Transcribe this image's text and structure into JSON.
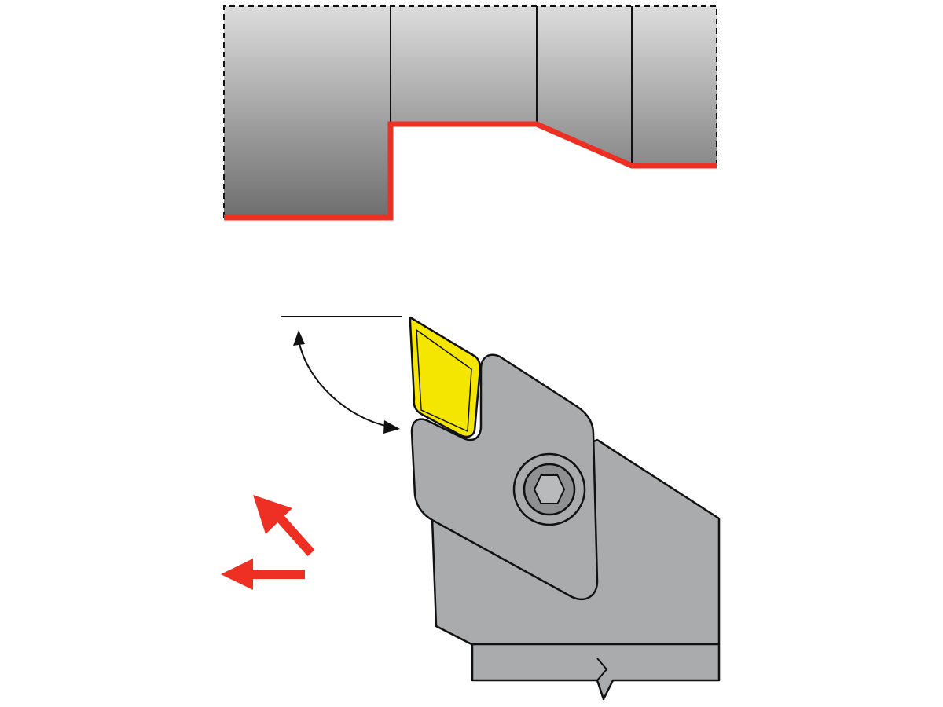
{
  "diagram": {
    "kind": "turning-tool-profile-illustration",
    "colors": {
      "background": "#ffffff",
      "outline": "#111111",
      "cut_profile": "#ee3024",
      "workpiece_gradient_light": "#dcdcdc",
      "workpiece_gradient_dark": "#6e6e6e",
      "holder": "#a9abad",
      "insert": "#f5e600",
      "feed_arrow": "#ee3024"
    },
    "workpiece": {
      "sections": 4,
      "profile_steps": [
        "shoulder",
        "flat",
        "taper",
        "flat"
      ]
    },
    "tool": {
      "components": [
        "insert",
        "clamp",
        "clamp-screw",
        "holder",
        "shank"
      ],
      "screw_head": "hex-socket"
    },
    "feed_directions": [
      "diagonal-up-left",
      "left"
    ],
    "angle_indicator": "approach-angle"
  }
}
